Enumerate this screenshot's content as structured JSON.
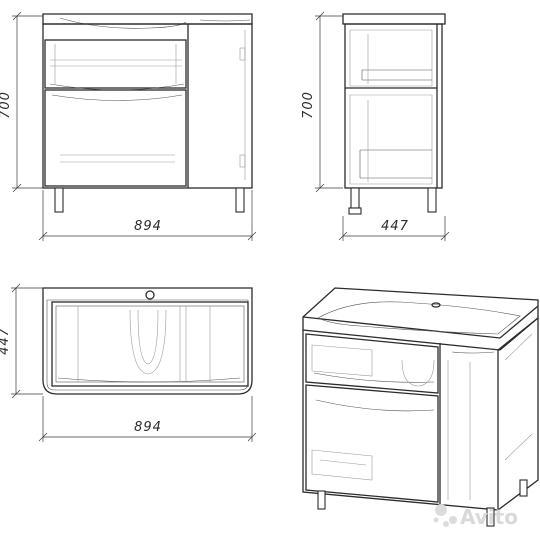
{
  "views": {
    "front": {
      "width_label": "894",
      "height_label": "700"
    },
    "side": {
      "depth_label": "447",
      "height_label": "700"
    },
    "top": {
      "width_label": "894",
      "depth_label": "447"
    }
  },
  "watermark": {
    "text": "Avito"
  },
  "colors": {
    "line": "#2b2b2b",
    "hidden": "#9a9a9a",
    "background": "#ffffff"
  }
}
